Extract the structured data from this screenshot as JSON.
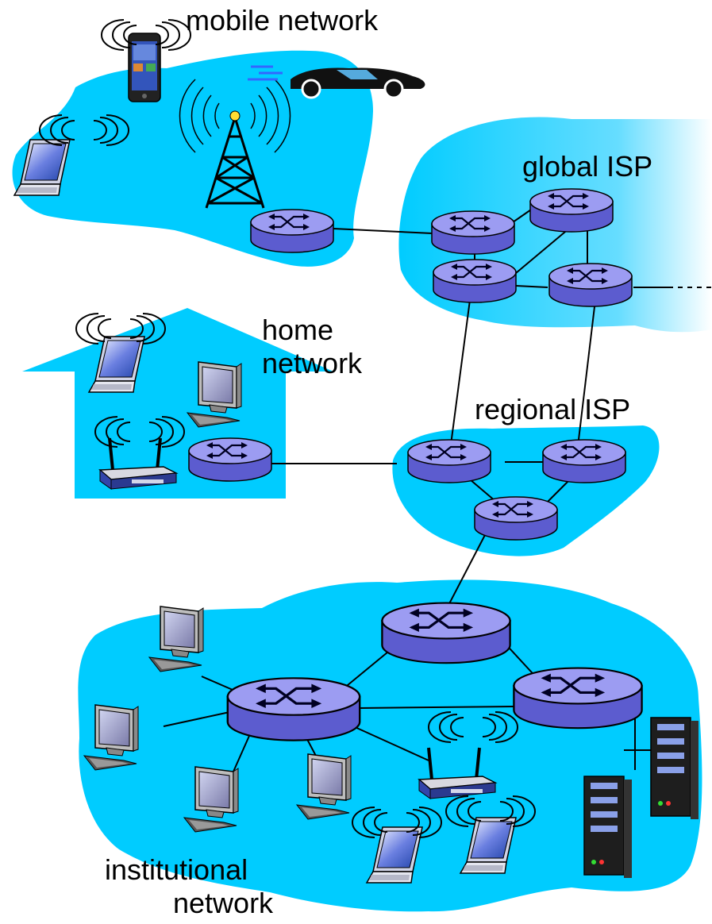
{
  "labels": {
    "mobile": "mobile network",
    "global": "global ISP",
    "home_line1": "home",
    "home_line2": "network",
    "regional": "regional ISP",
    "inst_line1": "institutional",
    "inst_line2": "network"
  },
  "colors": {
    "region_fill": "#00ccff",
    "global_fill": "#33ccff",
    "router_body": "#6666dd",
    "router_top": "#9a9af2",
    "router_arrows": "#000033",
    "laptop_screen": "#3366cc",
    "monitor_screen": "#8a8ab0",
    "device_gray": "#9a9a9a",
    "server_body": "#1a1a1a",
    "tower": "#000000",
    "link": "#000000"
  },
  "icons": {
    "router": "router-icon",
    "laptop": "laptop-icon",
    "desktop": "desktop-computer-icon",
    "phone": "smartphone-icon",
    "car": "car-icon",
    "tower": "cell-tower-icon",
    "wifi": "wireless-access-point-icon",
    "server": "server-icon",
    "signal": "wireless-signal-icon"
  }
}
